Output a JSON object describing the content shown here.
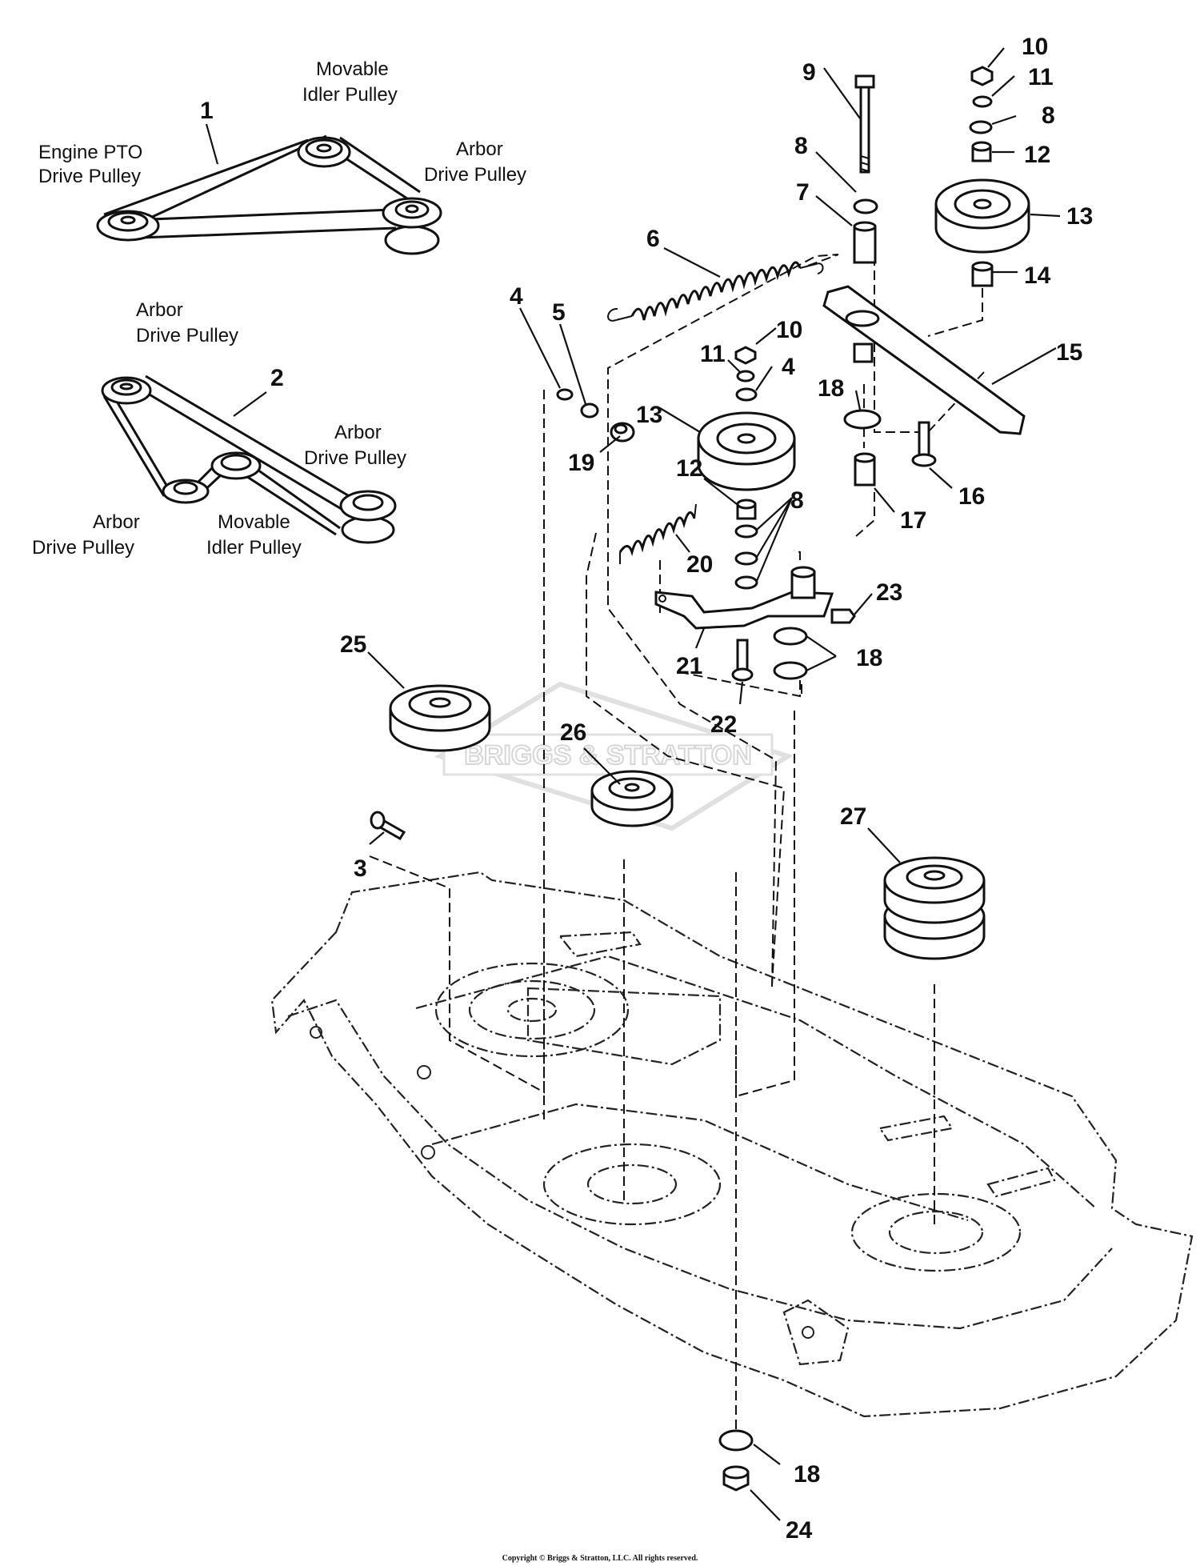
{
  "diagram": {
    "watermark": "BRIGGS & STRATTON",
    "copyright": "Copyright © Briggs & Stratton, LLC. All rights reserved.",
    "belt_routing_1": {
      "callout": "1",
      "engine_pto": [
        "Engine PTO",
        "Drive Pulley"
      ],
      "movable_idler": [
        "Movable",
        "Idler Pulley"
      ],
      "arbor": [
        "Arbor",
        "Drive Pulley"
      ]
    },
    "belt_routing_2": {
      "callout": "2",
      "arbor_top": [
        "Arbor",
        "Drive Pulley"
      ],
      "arbor_right": [
        "Arbor",
        "Drive Pulley"
      ],
      "arbor_left": [
        "Arbor",
        "Drive Pulley"
      ],
      "movable_idler": [
        "Movable",
        "Idler Pulley"
      ]
    },
    "callouts": {
      "c3": "3",
      "c4a": "4",
      "c4b": "4",
      "c5": "5",
      "c6": "6",
      "c7": "7",
      "c8a": "8",
      "c8b": "8",
      "c8c": "8",
      "c9": "9",
      "c10a": "10",
      "c10b": "10",
      "c11a": "11",
      "c11b": "11",
      "c12a": "12",
      "c12b": "12",
      "c13a": "13",
      "c13b": "13",
      "c14": "14",
      "c15": "15",
      "c16": "16",
      "c17": "17",
      "c18a": "18",
      "c18b": "18",
      "c18c": "18",
      "c19": "19",
      "c20": "20",
      "c21": "21",
      "c22": "22",
      "c23": "23",
      "c24": "24",
      "c25": "25",
      "c26": "26",
      "c27": "27"
    }
  }
}
